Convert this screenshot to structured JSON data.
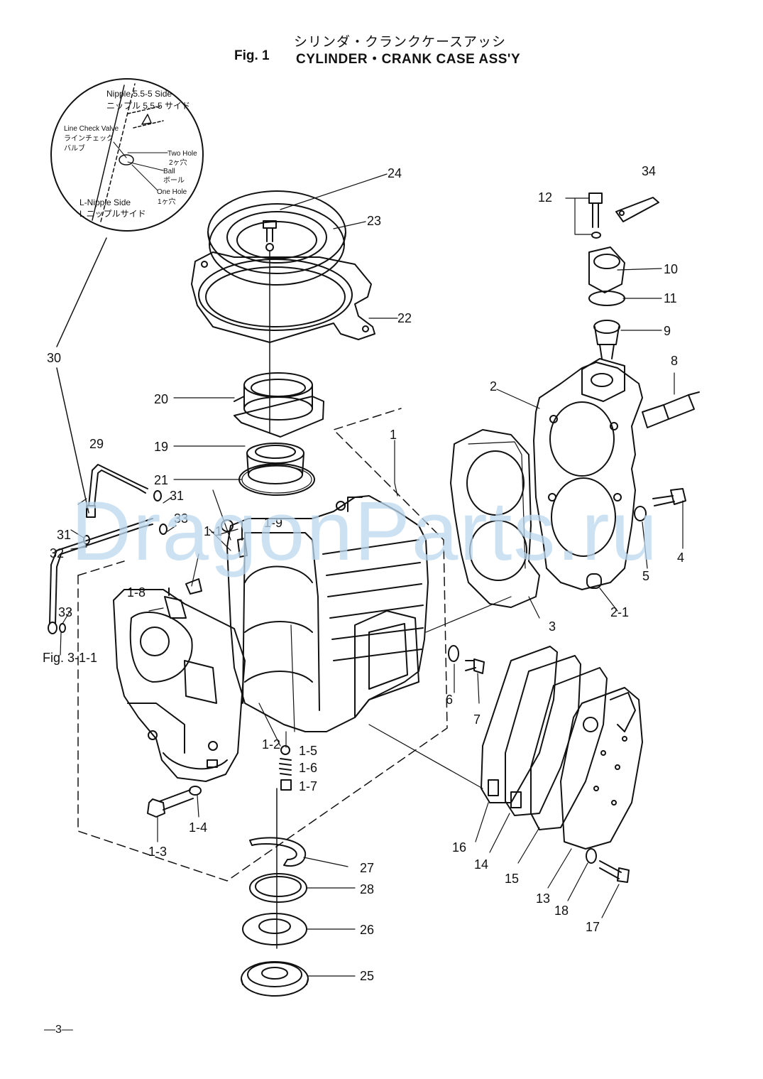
{
  "header": {
    "japanese_title": "シリンダ・クランクケースアッシ",
    "figure_number": "Fig. 1",
    "figure_title": "CYLINDER・CRANK CASE ASS'Y"
  },
  "inset": {
    "nipple_side": "Nipple 5.5-5 Side",
    "nipple_side_jp": "ニップル 5.5-5 サイド",
    "line_check_valve": "Line Check Valve",
    "line_check_valve_jp1": "ラインチェック",
    "line_check_valve_jp2": "バルブ",
    "two_hole": "Two Hole",
    "two_hole_jp": "2ヶ穴",
    "ball": "Ball",
    "ball_jp": "ボール",
    "one_hole": "One Hole",
    "one_hole_jp": "1ヶ穴",
    "l_nipple_side": "L-Nipple Side",
    "l_nipple_side_jp": "L ニップルサイド"
  },
  "figure_reference": "Fig. 3-1-1",
  "watermark": "DragonParts.ru",
  "page_number": "—3—",
  "part_labels": {
    "p1": "1",
    "p1_1": "1-1",
    "p1_2": "1-2",
    "p1_3": "1-3",
    "p1_4": "1-4",
    "p1_5": "1-5",
    "p1_6": "1-6",
    "p1_7": "1-7",
    "p1_8": "1-8",
    "p1_9": "1-9",
    "p2": "2",
    "p2_1": "2-1",
    "p3": "3",
    "p4": "4",
    "p5": "5",
    "p6": "6",
    "p7": "7",
    "p8": "8",
    "p9": "9",
    "p10": "10",
    "p11": "11",
    "p12": "12",
    "p13": "13",
    "p14": "14",
    "p15": "15",
    "p16": "16",
    "p17": "17",
    "p18": "18",
    "p19": "19",
    "p20": "20",
    "p21": "21",
    "p22": "22",
    "p23": "23",
    "p24": "24",
    "p25": "25",
    "p26": "26",
    "p27": "27",
    "p28": "28",
    "p29": "29",
    "p30": "30",
    "p31a": "31",
    "p31b": "31",
    "p32": "32",
    "p33a": "33",
    "p33b": "33",
    "p34": "34"
  }
}
